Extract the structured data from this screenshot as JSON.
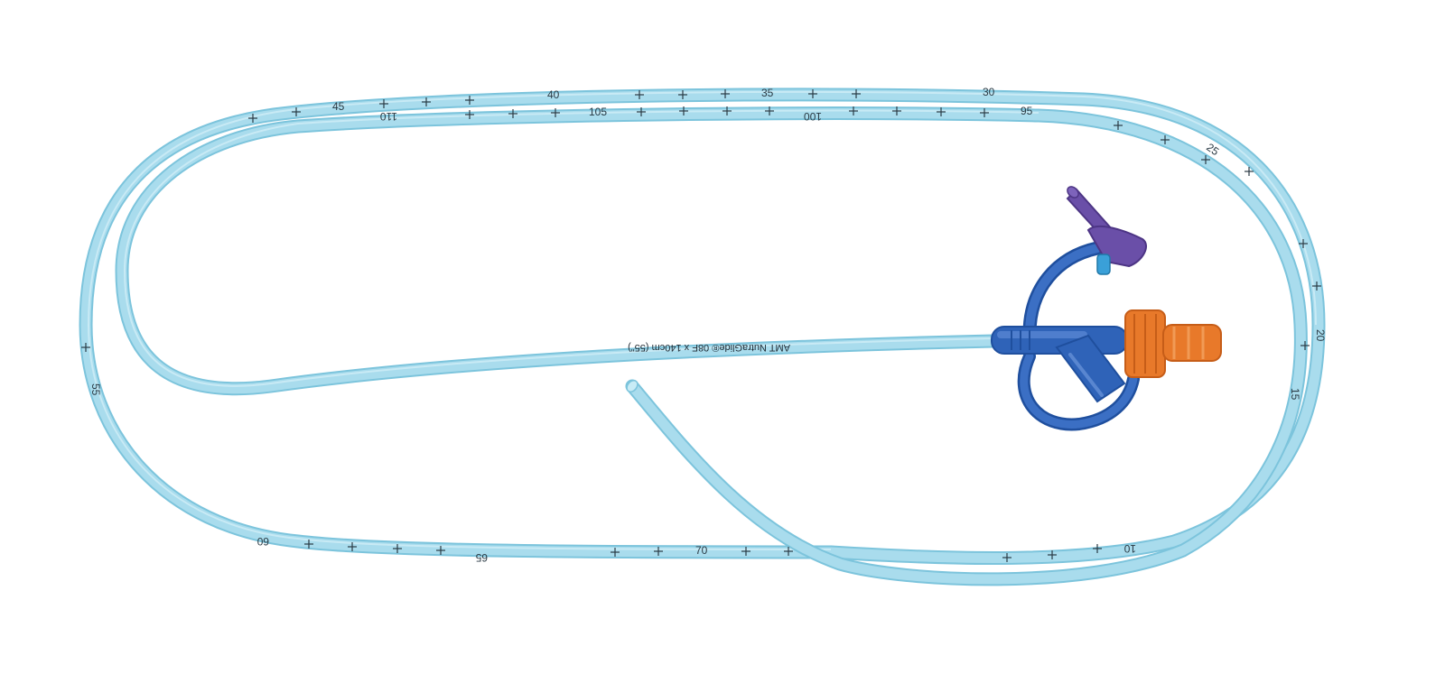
{
  "product": {
    "printed_label": "AMT NutraGlide® 08F x 140cm (55\")",
    "colors": {
      "tube": "#a9dced",
      "tube_edge": "#7cc4dc",
      "hub_blue": "#2f63b8",
      "hub_dark_blue": "#1f4f9e",
      "port_purple": "#6a4fa8",
      "cap_orange": "#e8792a",
      "cap_dark_orange": "#c65d18",
      "markings": "#2a3a44",
      "background": "#ffffff"
    }
  },
  "outer_loop_marks": [
    "45",
    "40",
    "35",
    "30",
    "25",
    "20",
    "15",
    "10",
    "70",
    "65",
    "60",
    "55"
  ],
  "inner_loop_marks": [
    "110",
    "105",
    "100",
    "95"
  ],
  "icons": [
    "feeding-tube",
    "y-connector-hub",
    "medication-port",
    "enfit-cap"
  ]
}
